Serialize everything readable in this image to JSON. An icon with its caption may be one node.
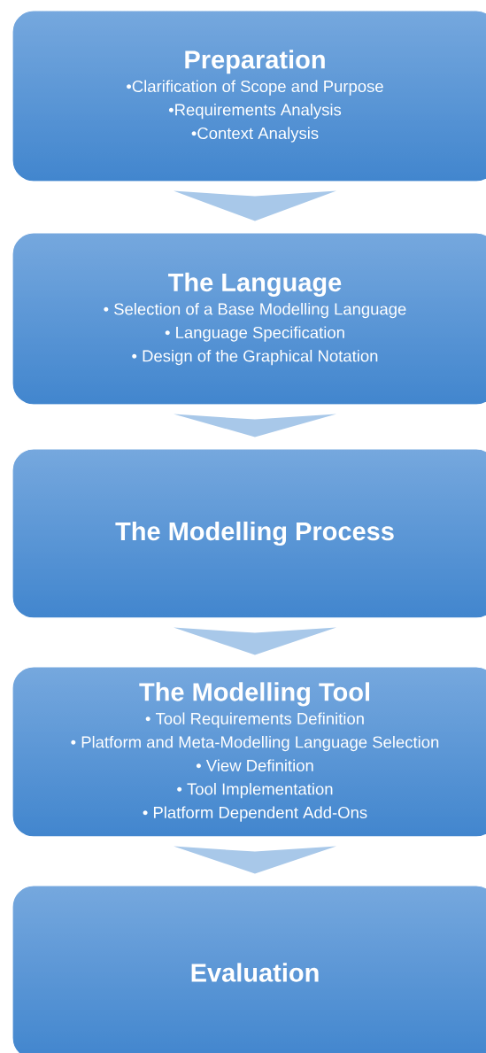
{
  "diagram": {
    "nodes": [
      {
        "text": [
          "Preparation",
          "•Clarification of Scope and Purpose",
          "•Requirements Analysis",
          "•Context Analysis"
        ]
      },
      {
        "text": [
          "The Language",
          "• Selection of a Base Modelling Language",
          "• Language Specification",
          "• Design of the Graphical Notation"
        ]
      },
      {
        "text": [
          "The Modelling Process"
        ]
      },
      {
        "text": [
          "The Modelling Tool",
          "• Tool Requirements Definition",
          "• Platform and Meta-Modelling Language Selection",
          "• View Definition",
          "• Tool Implementation",
          "• Platform Dependent Add-Ons"
        ]
      },
      {
        "text": [
          "Evaluation"
        ]
      }
    ],
    "edges": [
      {
        "from": 0,
        "to": 1,
        "arrow": "to"
      },
      {
        "from": 1,
        "to": 2,
        "arrow": "to"
      },
      {
        "from": 2,
        "to": 3,
        "arrow": "to"
      },
      {
        "from": 3,
        "to": 4,
        "arrow": "to"
      }
    ]
  }
}
